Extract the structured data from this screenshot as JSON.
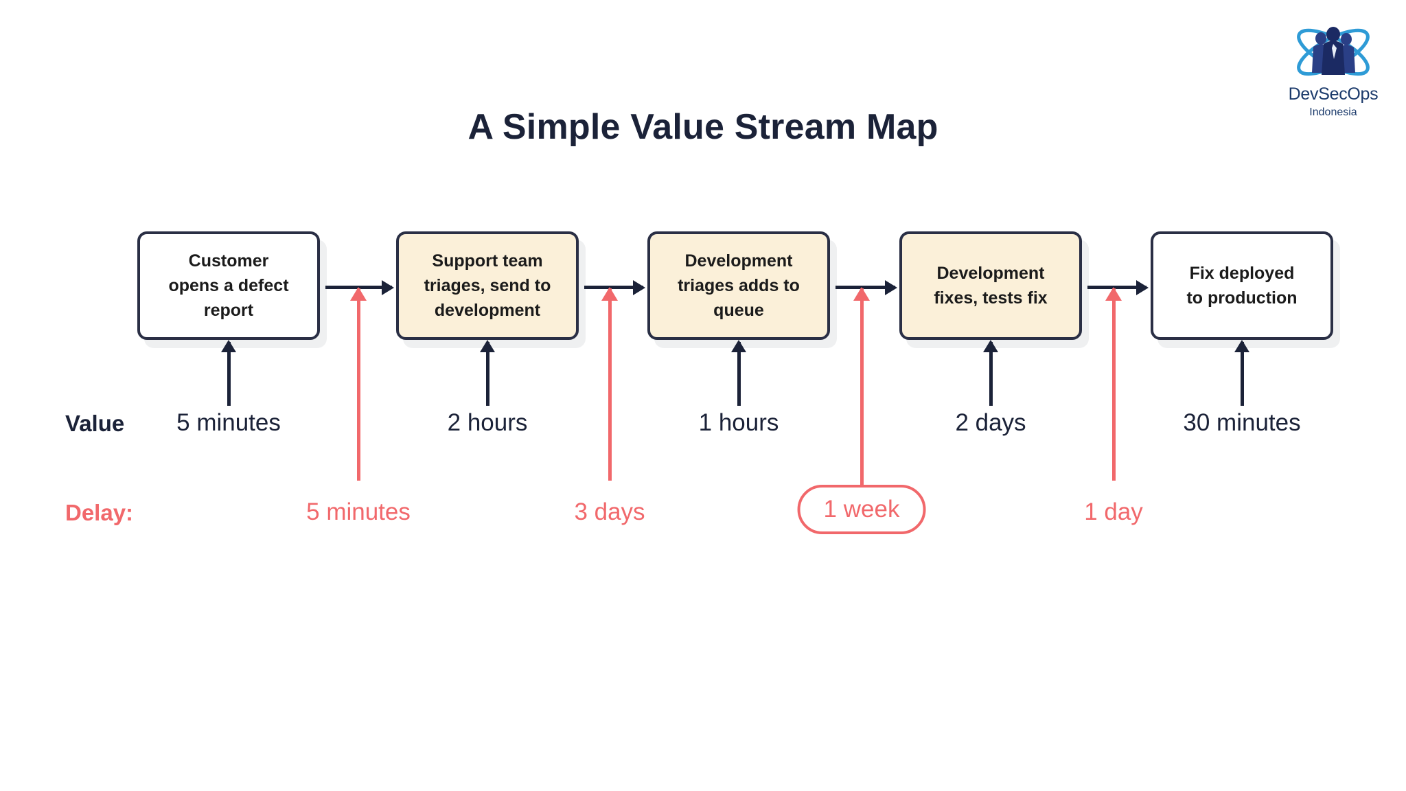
{
  "logo": {
    "icon": "devsecops-orbit-people-logo",
    "title": "DevSecOps",
    "subtitle": "Indonesia",
    "brand_color": "#1b3a6b",
    "orbit_color": "#2e9bd6"
  },
  "title": "A Simple Value Stream Map",
  "colors": {
    "title": "#1b2238",
    "box_border": "#2a2f45",
    "box_fill_white": "#ffffff",
    "box_fill_cream": "#fbf0d9",
    "value_text": "#1b2238",
    "delay_text": "#f1686b",
    "arrow_black": "#1b2238",
    "arrow_red": "#f1686b",
    "background": "#ffffff"
  },
  "rows": {
    "value_label": "Value",
    "delay_label": "Delay:"
  },
  "chart_data": {
    "type": "diagram",
    "title": "A Simple Value Stream Map",
    "steps": [
      {
        "label": "Customer\nopens a defect\nreport",
        "fill": "white",
        "value_time": "5 minutes"
      },
      {
        "label": "Support team\ntriages, send to\ndevelopment",
        "fill": "cream",
        "value_time": "2 hours"
      },
      {
        "label": "Development\ntriages adds to\nqueue",
        "fill": "cream",
        "value_time": "1 hours"
      },
      {
        "label": "Development\nfixes, tests fix",
        "fill": "cream",
        "value_time": "2 days"
      },
      {
        "label": "Fix deployed\nto production",
        "fill": "white",
        "value_time": "30 minutes"
      }
    ],
    "delays": [
      {
        "label": "5 minutes",
        "highlighted": false
      },
      {
        "label": "3 days",
        "highlighted": false
      },
      {
        "label": "1 week",
        "highlighted": true
      },
      {
        "label": "1 day",
        "highlighted": false
      }
    ]
  }
}
